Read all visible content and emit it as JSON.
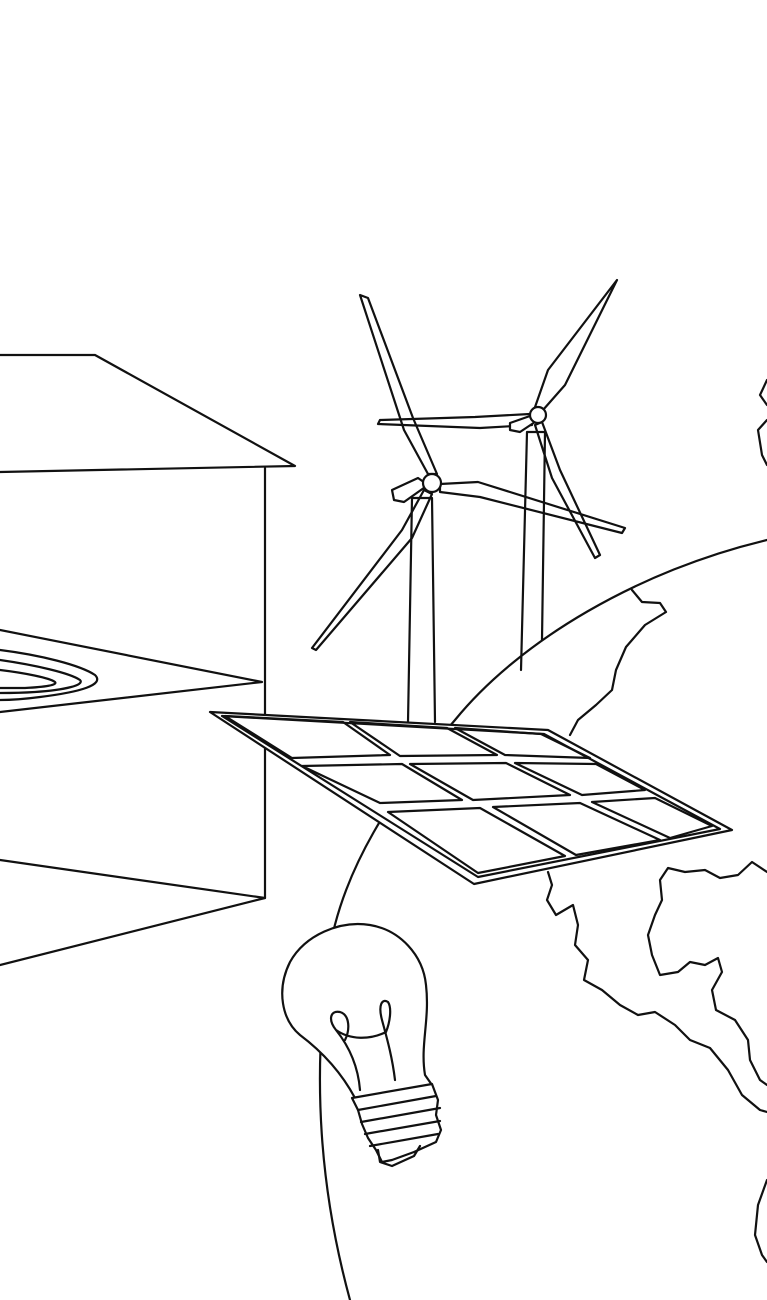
{
  "scene": {
    "style": "black line-art coloring page",
    "subjects": [
      "house",
      "wind-turbine",
      "wind-turbine",
      "solar-panel",
      "globe",
      "light-bulb"
    ]
  },
  "colors": {
    "background": "#ffffff",
    "line": "#111111"
  }
}
